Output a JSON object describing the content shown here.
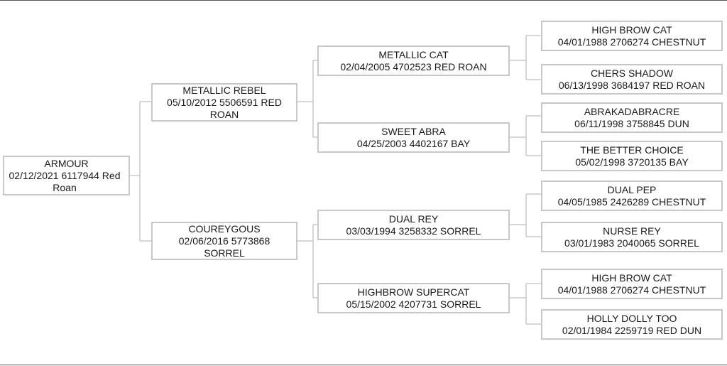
{
  "pedigree": {
    "subject": {
      "name": "ARMOUR",
      "info": "02/12/2021 6117944 Red Roan"
    },
    "sire": {
      "name": "METALLIC REBEL",
      "info": "05/10/2012 5506591 RED ROAN"
    },
    "dam": {
      "name": "COUREYGOUS",
      "info": "02/06/2016 5773868 SORREL"
    },
    "sire_sire": {
      "name": "METALLIC CAT",
      "info": "02/04/2005 4702523 RED ROAN"
    },
    "sire_dam": {
      "name": "SWEET ABRA",
      "info": "04/25/2003 4402167 BAY"
    },
    "dam_sire": {
      "name": "DUAL REY",
      "info": "03/03/1994 3258332 SORREL"
    },
    "dam_dam": {
      "name": "HIGHBROW SUPERCAT",
      "info": "05/15/2002 4207731 SORREL"
    },
    "ss_sire": {
      "name": "HIGH BROW CAT",
      "info": "04/01/1988 2706274 CHESTNUT"
    },
    "ss_dam": {
      "name": "CHERS SHADOW",
      "info": "06/13/1998 3684197 RED ROAN"
    },
    "sd_sire": {
      "name": "ABRAKADABRACRE",
      "info": "06/11/1998 3758845 DUN"
    },
    "sd_dam": {
      "name": "THE BETTER CHOICE",
      "info": "05/02/1998 3720135 BAY"
    },
    "ds_sire": {
      "name": "DUAL PEP",
      "info": "04/05/1985 2426289 CHESTNUT"
    },
    "ds_dam": {
      "name": "NURSE REY",
      "info": "03/01/1983 2040065 SORREL"
    },
    "dd_sire": {
      "name": "HIGH BROW CAT",
      "info": "04/01/1988 2706274 CHESTNUT"
    },
    "dd_dam": {
      "name": "HOLLY DOLLY TOO",
      "info": "02/01/1984 2259719 RED DUN"
    }
  }
}
